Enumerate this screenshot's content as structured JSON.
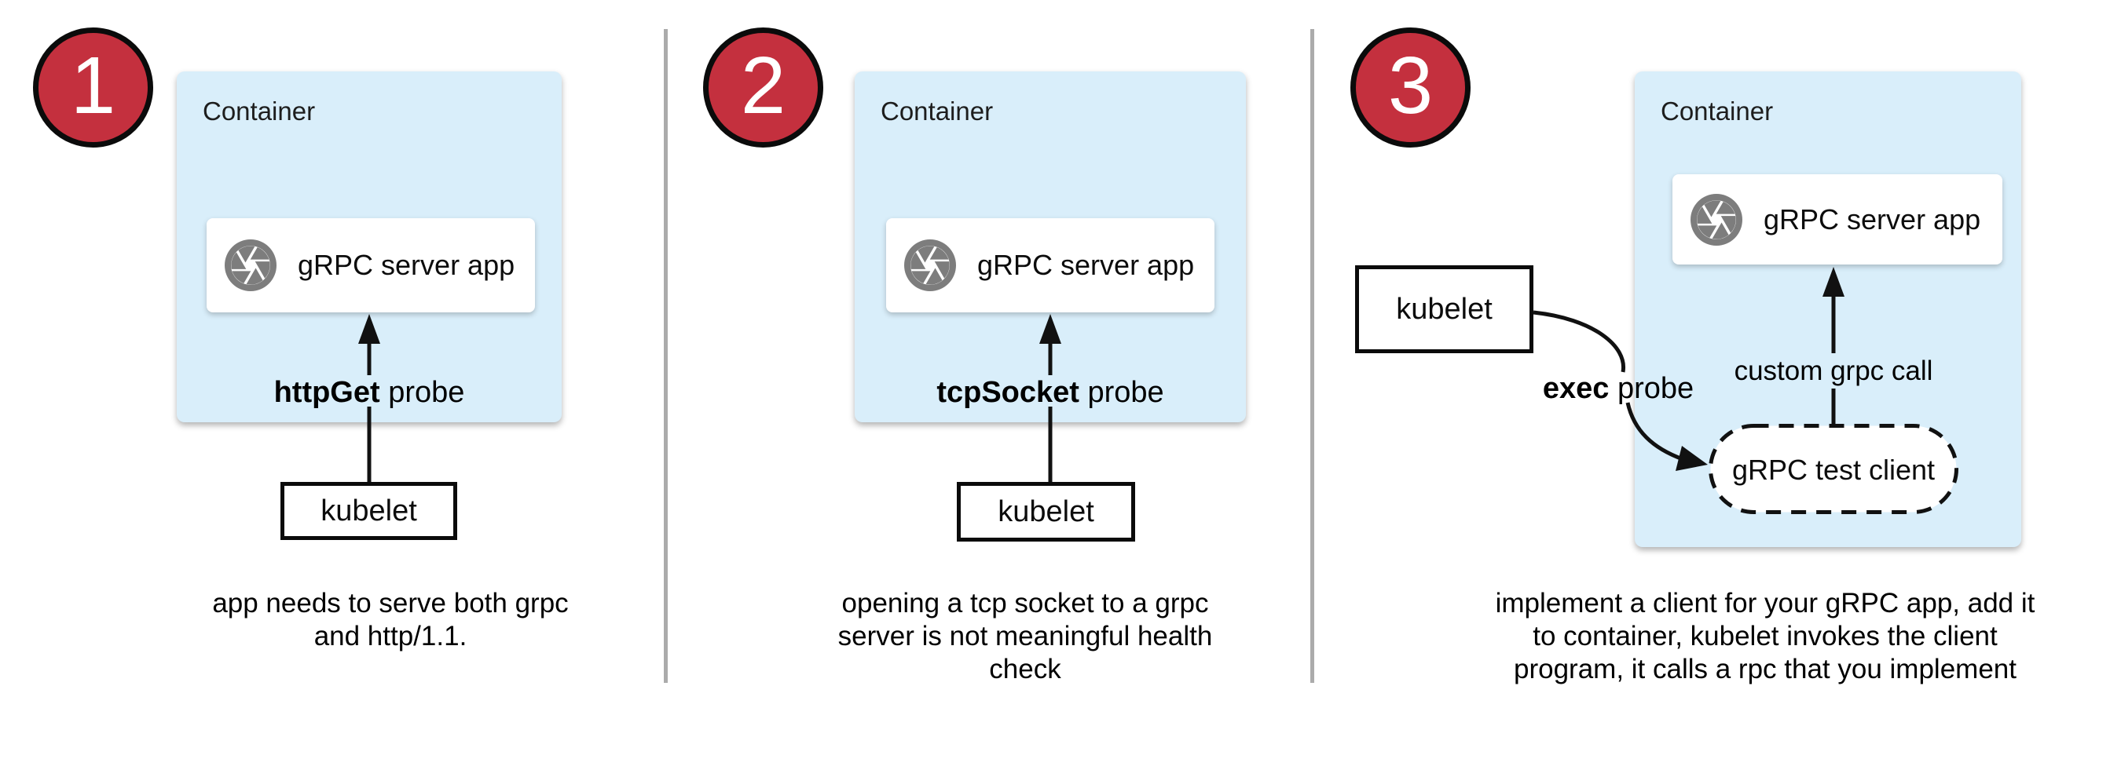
{
  "panels": [
    {
      "number": "1",
      "container_label": "Container",
      "app_label": "gRPC server app",
      "probe_bold": "httpGet",
      "probe_rest": " probe",
      "kubelet_label": "kubelet",
      "caption_lines": [
        "app needs to serve both grpc",
        "and http/1.1."
      ]
    },
    {
      "number": "2",
      "container_label": "Container",
      "app_label": "gRPC server app",
      "probe_bold": "tcpSocket",
      "probe_rest": " probe",
      "kubelet_label": "kubelet",
      "caption_lines": [
        "opening a tcp socket to a grpc",
        "server is not meaningful health",
        "check"
      ]
    },
    {
      "number": "3",
      "container_label": "Container",
      "app_label": "gRPC server app",
      "probe_bold": "exec",
      "probe_rest": " probe",
      "kubelet_label": "kubelet",
      "client_label": "gRPC test client",
      "call_label": "custom grpc call",
      "caption_lines": [
        "implement a client for your gRPC app, add it",
        "to container, kubelet invokes the client",
        "program, it calls a rpc that you implement"
      ]
    }
  ],
  "colors": {
    "badge_red": "#c4303e",
    "container_blue": "#d9eefa",
    "icon_gray": "#7d7d7d",
    "divider_gray": "#ababab",
    "ink": "#111111"
  }
}
